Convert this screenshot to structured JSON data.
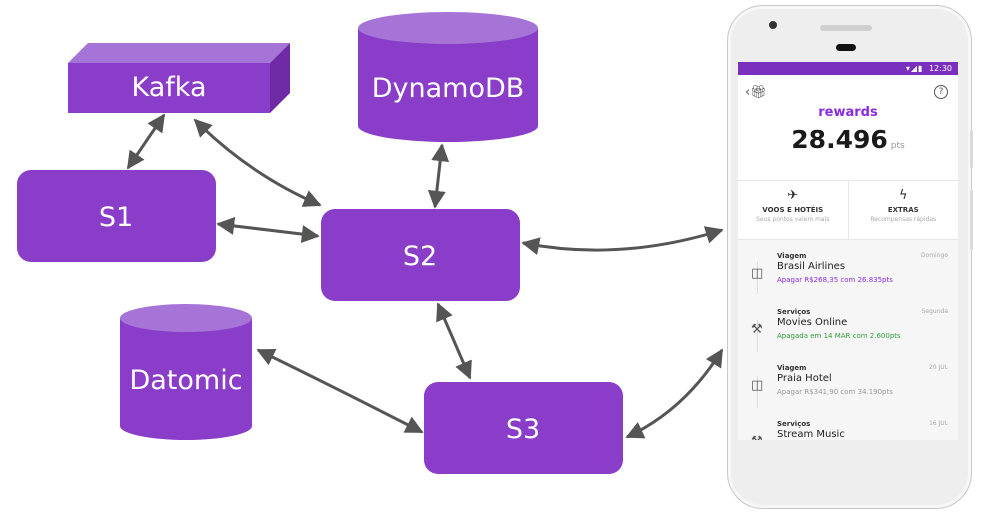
{
  "colors": {
    "node_fill": "#8a3dc9",
    "node_top": "#a574d6",
    "arrow": "#555555",
    "accent": "#8a2be2",
    "green": "#2e9e3a"
  },
  "nodes": {
    "kafka": "Kafka",
    "dynamodb": "DynamoDB",
    "s1": "S1",
    "s2": "S2",
    "s3": "S3",
    "datomic": "Datomic"
  },
  "phone": {
    "status_time": "12:30",
    "header": {
      "title": "rewards",
      "points": "28.496",
      "points_unit": "pts",
      "help_icon": "?"
    },
    "actions": [
      {
        "icon": "plane-icon",
        "title": "VOOS E HOTÉIS",
        "subtitle": "Seus pontos valem mais"
      },
      {
        "icon": "lightning-icon",
        "title": "EXTRAS",
        "subtitle": "Recompensas rápidas"
      }
    ],
    "items": [
      {
        "icon": "suitcase-icon",
        "category": "Viagem",
        "name": "Brasil Airlines",
        "detail": "Apagar R$268,35 com 26.835pts",
        "date": "Domingo",
        "detail_color": "purple"
      },
      {
        "icon": "tools-icon",
        "category": "Serviços",
        "name": "Movies Online",
        "detail": "Apagada em 14 MAR com 2.600pts",
        "date": "Segunda",
        "detail_color": "green"
      },
      {
        "icon": "suitcase-icon",
        "category": "Viagem",
        "name": "Praia Hotel",
        "detail": "Apagar R$341,90 com 34.190pts",
        "date": "20 JUL",
        "detail_color": "gray"
      },
      {
        "icon": "tools-icon",
        "category": "Serviços",
        "name": "Stream Music",
        "detail": "",
        "date": "16 JUL",
        "detail_color": "gray"
      }
    ]
  }
}
